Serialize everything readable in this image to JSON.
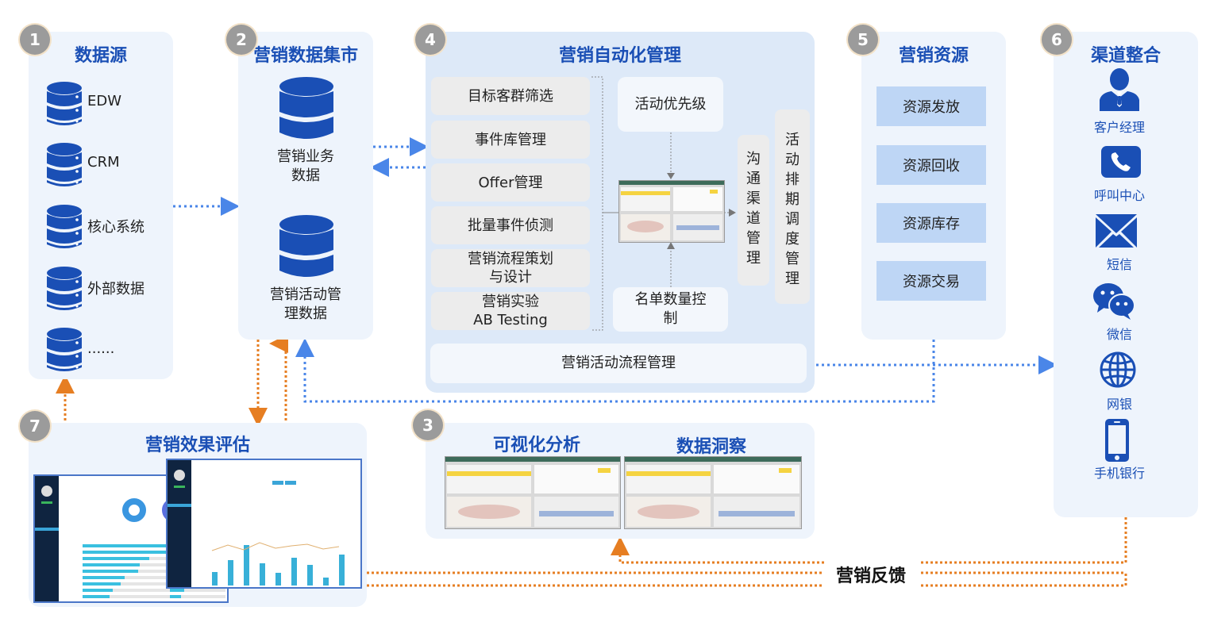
{
  "panels": {
    "data_source": {
      "number": "1",
      "title": "数据源",
      "items": [
        "EDW",
        "CRM",
        "核心系统",
        "外部数据",
        "......"
      ]
    },
    "data_mart": {
      "number": "2",
      "title": "营销数据集市",
      "items": [
        {
          "line1": "营销业务",
          "line2": "数据"
        },
        {
          "line1": "营销活动管",
          "line2": "理数据"
        }
      ]
    },
    "visual_analytics": {
      "number": "3",
      "titles": [
        "可视化分析",
        "数据洞察"
      ]
    },
    "automation": {
      "number": "4",
      "title": "营销自动化管理",
      "left_items": [
        {
          "line1": "目标客群筛选"
        },
        {
          "line1": "事件库管理"
        },
        {
          "line1": "Offer管理"
        },
        {
          "line1": "批量事件侦测"
        },
        {
          "line1": "营销流程策划",
          "line2": "与设计"
        },
        {
          "line1": "营销实验",
          "line2": "AB Testing"
        }
      ],
      "priority": "活动优先级",
      "quantity_control": {
        "line1": "名单数量控",
        "line2": "制"
      },
      "channel_mgmt": [
        "沟",
        "通",
        "渠",
        "道",
        "管",
        "理"
      ],
      "schedule_mgmt": [
        "活",
        "动",
        "排",
        "期",
        "调",
        "度",
        "管",
        "理"
      ],
      "flow_mgmt": "营销活动流程管理"
    },
    "resources": {
      "number": "5",
      "title": "营销资源",
      "items": [
        "资源发放",
        "资源回收",
        "资源库存",
        "资源交易"
      ]
    },
    "channels": {
      "number": "6",
      "title": "渠道整合",
      "items": [
        {
          "label": "客户经理",
          "icon": "account-manager-icon"
        },
        {
          "label": "呼叫中心",
          "icon": "phone-icon"
        },
        {
          "label": "短信",
          "icon": "envelope-icon"
        },
        {
          "label": "微信",
          "icon": "wechat-icon"
        },
        {
          "label": "网银",
          "icon": "globe-icon"
        },
        {
          "label": "手机银行",
          "icon": "mobile-phone-icon"
        }
      ]
    },
    "evaluation": {
      "number": "7",
      "title": "营销效果评估"
    }
  },
  "feedback_label": "营销反馈",
  "colors": {
    "panel_bg": "#eef4fc",
    "title_blue": "#1a4fb5",
    "icon_blue": "#1a4fb5",
    "badge_gray": "#9b9b9b",
    "arrow_blue": "#4a86e8",
    "arrow_orange": "#e67e22",
    "resource_box": "#bed6f5"
  }
}
